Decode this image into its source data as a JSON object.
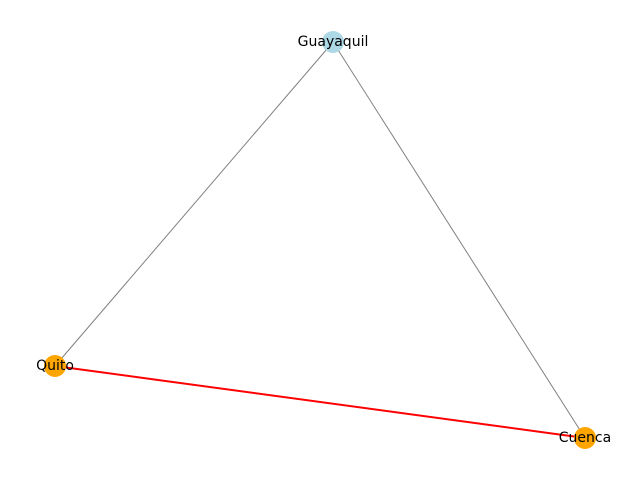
{
  "graph": {
    "nodes": [
      {
        "id": "guayaquil",
        "label": "Guayaquil",
        "color": "#add8e6"
      },
      {
        "id": "quito",
        "label": "Quito",
        "color": "#ffa500"
      },
      {
        "id": "cuenca",
        "label": "Cuenca",
        "color": "#ffa500"
      }
    ],
    "edges": [
      {
        "source": "guayaquil",
        "target": "quito",
        "color": "#808080",
        "highlighted": false
      },
      {
        "source": "guayaquil",
        "target": "cuenca",
        "color": "#808080",
        "highlighted": false
      },
      {
        "source": "quito",
        "target": "cuenca",
        "color": "#ff0000",
        "highlighted": true
      }
    ]
  }
}
